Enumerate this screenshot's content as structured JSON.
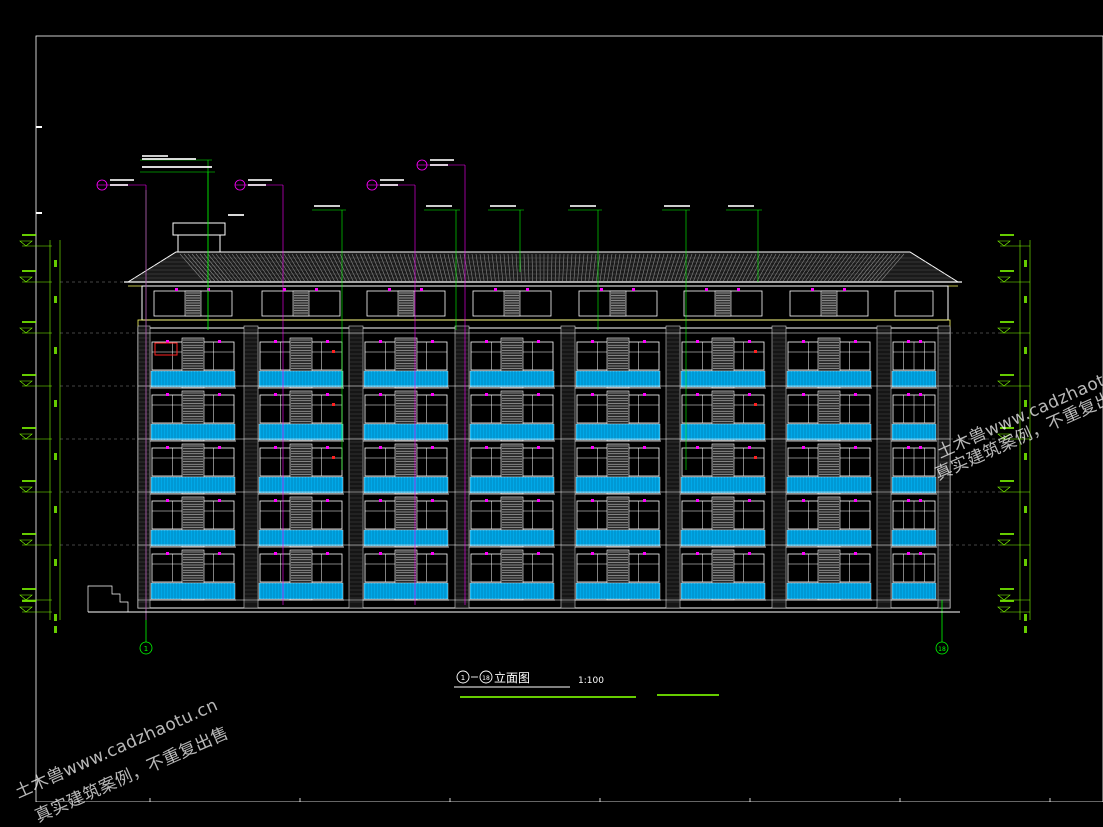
{
  "drawing": {
    "title_axis_start": "1",
    "title_axis_end": "18",
    "title_text": "立面图",
    "scale": "1:100",
    "axis_left": "1",
    "axis_right": "18"
  },
  "watermark": {
    "line1": "土木兽www.cadzhaotu.cn",
    "line2": "真实建筑案例，不重复出售"
  },
  "colors": {
    "background": "#000000",
    "wall": "#ffffff",
    "balcony": "#00a8e8",
    "grid": "#00ff00",
    "callout": "#ff00ff",
    "dim": "#7fff00",
    "yellow": "#ffff66",
    "red": "#ff2020"
  }
}
